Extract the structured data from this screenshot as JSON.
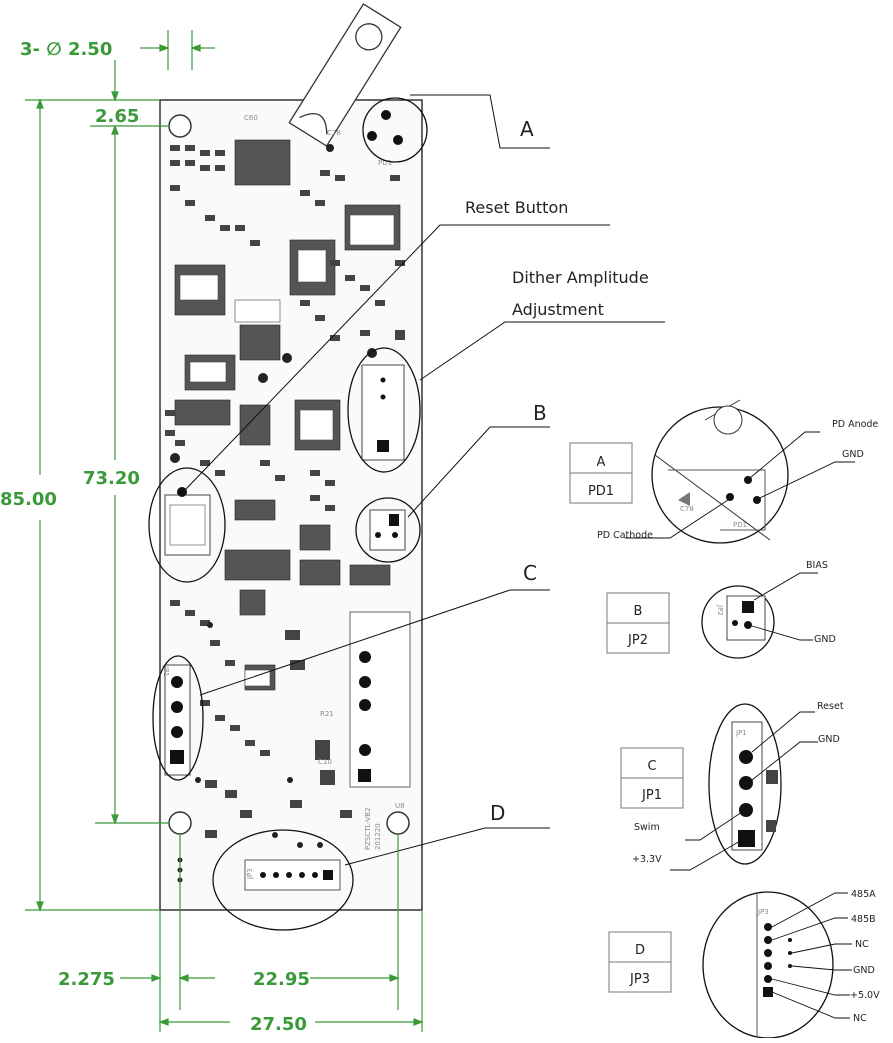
{
  "dimensions": {
    "hole_spec": "3- ∅ 2.50",
    "hole_offset": "2.65",
    "height_total": "85.00",
    "hole_spacing_v": "73.20",
    "edge_offset_h": "2.275",
    "hole_spacing_h": "22.95",
    "width_total": "27.50"
  },
  "callouts": {
    "reset": "Reset Button",
    "dither_line1": "Dither Amplitude",
    "dither_line2": "Adjustment",
    "a": "A",
    "b": "B",
    "c": "C",
    "d": "D"
  },
  "board_silk": {
    "pd1": "PD1",
    "jp1": "JP1",
    "jp2": "JP2",
    "jp3": "JP3",
    "c10": "C10",
    "r21": "R21",
    "name": "PZSCTL-VB2",
    "date": "201220",
    "c60": "C60",
    "c78": "C78",
    "u8": "U8"
  },
  "details": {
    "a": {
      "letter": "A",
      "connector": "PD1",
      "pins": [
        "PD Anode",
        "GND",
        "PD Cathode"
      ],
      "silk_c78": "C78",
      "silk_pd1": "PD1"
    },
    "b": {
      "letter": "B",
      "connector": "JP2",
      "pins": [
        "BIAS",
        "GND"
      ],
      "silk_jp2": "JP2"
    },
    "c": {
      "letter": "C",
      "connector": "JP1",
      "pins": [
        "Reset",
        "GND",
        "Swim",
        "+3.3V"
      ],
      "silk_jp1": "JP1"
    },
    "d": {
      "letter": "D",
      "connector": "JP3",
      "pins": [
        "485A",
        "485B",
        "NC",
        "GND",
        "+5.0V",
        "NC"
      ],
      "silk_jp3": "JP3"
    }
  }
}
